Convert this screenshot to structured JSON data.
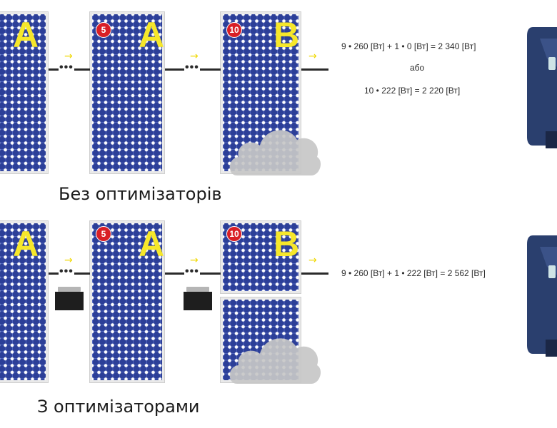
{
  "colors": {
    "panel_cell": "#2c3f98",
    "panel_frame": "#e9e9e9",
    "letter": "#f6e72a",
    "badge": "#d91f26",
    "arrow": "#f0d800",
    "inverter": "#2a3f6e",
    "cloud": "#c7c7c7"
  },
  "icons": {
    "arrow": "→",
    "connector": "•••",
    "cloud": "cloud-icon",
    "inverter": "inverter-icon",
    "optimizer": "optimizer-icon"
  },
  "top": {
    "caption": "Без оптимізаторів",
    "panels": [
      {
        "letter": "A",
        "badge": ""
      },
      {
        "letter": "A",
        "badge": "5"
      },
      {
        "letter": "B",
        "badge": "10"
      }
    ],
    "formula_line1": "9 • 260 [Вт] + 1 • 0 [Вт] = 2 340 [Вт]",
    "formula_or": "або",
    "formula_line2": "10 • 222 [Вт]  = 2 220 [Вт]"
  },
  "bottom": {
    "caption": "З оптимізаторами",
    "panels": [
      {
        "letter": "A",
        "badge": ""
      },
      {
        "letter": "A",
        "badge": "5"
      },
      {
        "letter": "B",
        "badge": "10"
      }
    ],
    "formula_line1": "9 • 260 [Вт] + 1 • 222 [Вт] = 2 562 [Вт]"
  }
}
